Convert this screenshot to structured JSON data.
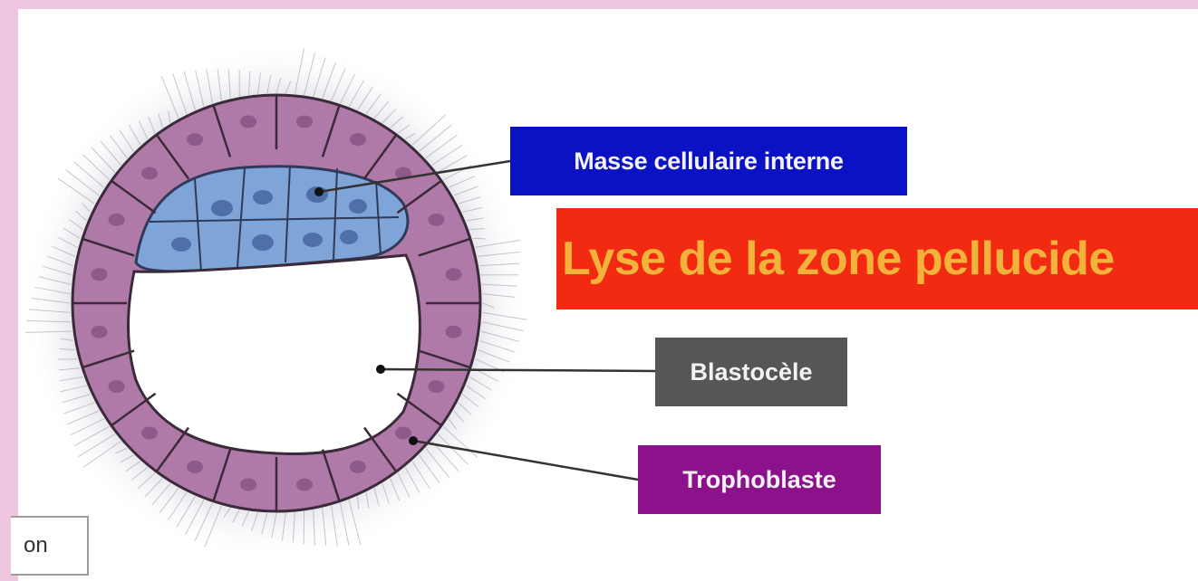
{
  "diagram": {
    "labels": {
      "inner_cell_mass": "Masse cellulaire interne",
      "title": "Lyse de la zone pellucide",
      "blastocoel": "Blastocèle",
      "trophoblast": "Trophoblaste"
    },
    "colors": {
      "page_border": "#efc6df",
      "inner_cell_mass_box": "#0b12c4",
      "title_box": "#f22a12",
      "title_text": "#f3b33a",
      "blastocoel_box": "#555756",
      "trophoblast_box": "#8c128c",
      "trophoblast_cells": "#b07aa8",
      "inner_cell_mass_cells": "#7fa4d8"
    }
  },
  "partial_button": {
    "label": "on"
  }
}
